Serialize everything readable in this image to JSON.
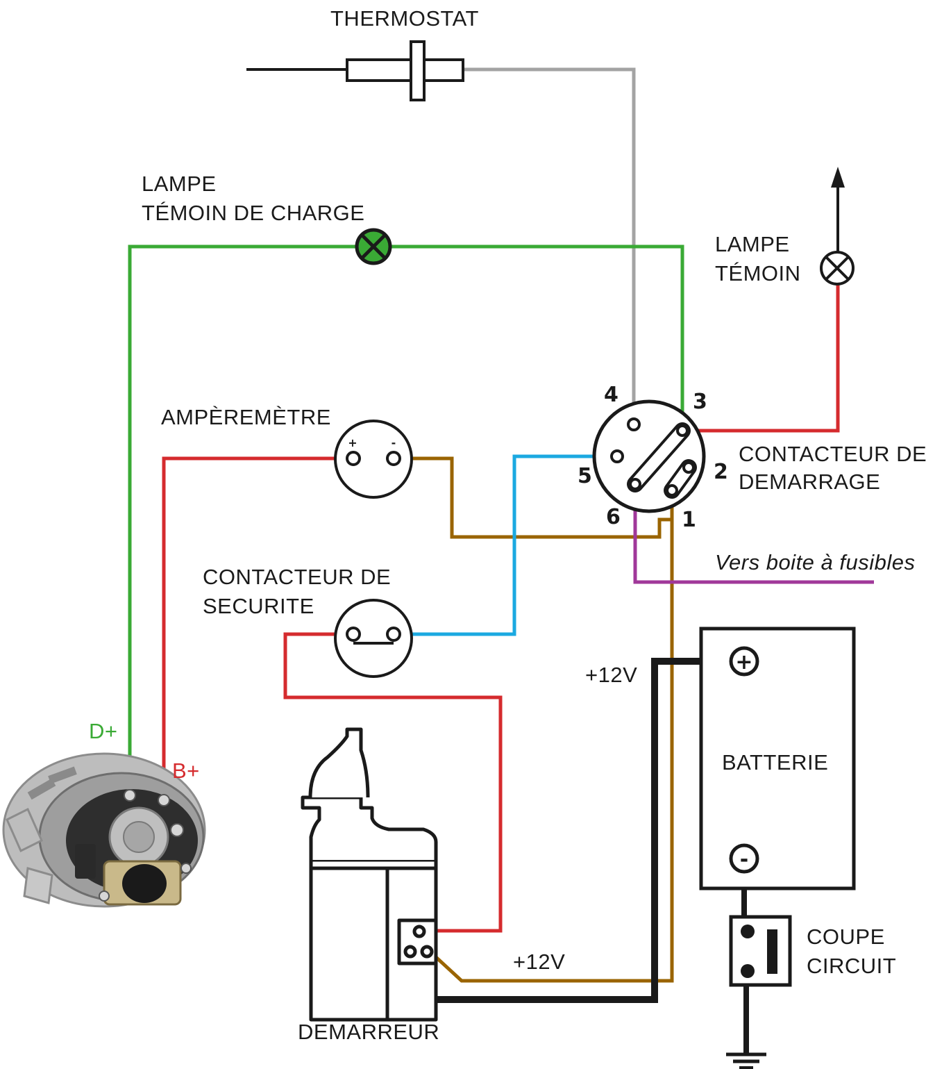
{
  "labels": {
    "thermostat": "THERMOSTAT",
    "lampe_charge_line1": "LAMPE",
    "lampe_charge_line2": "TÉMOIN DE CHARGE",
    "lampe_temoin_line1": "LAMPE",
    "lampe_temoin_line2": "TÉMOIN",
    "amperemetre": "AMPÈREMÈTRE",
    "amp_plus": "+",
    "amp_minus": "-",
    "contacteur_demarrage_line1": "CONTACTEUR DE",
    "contacteur_demarrage_line2": "DEMARRAGE",
    "contacteur_securite_line1": "CONTACTEUR DE",
    "contacteur_securite_line2": "SECURITE",
    "vers_fusibles": "Vers boite à fusibles",
    "plus12v_top": "+12V",
    "plus12v_bottom": "+12V",
    "batterie": "BATTERIE",
    "coupe_line1": "COUPE",
    "coupe_line2": "CIRCUIT",
    "demarreur": "DEMARREUR",
    "d_plus": "D+",
    "b_plus": "B+",
    "batt_plus": "+",
    "batt_minus": "-"
  },
  "terminals": [
    "1",
    "2",
    "3",
    "4",
    "5",
    "6"
  ],
  "colors": {
    "green": "#3aaa35",
    "red": "#d52b2e",
    "grey": "#a3a3a3",
    "blue": "#1ba9e1",
    "brown": "#9a6400",
    "purple": "#a0389a",
    "black": "#1a1a1a"
  }
}
